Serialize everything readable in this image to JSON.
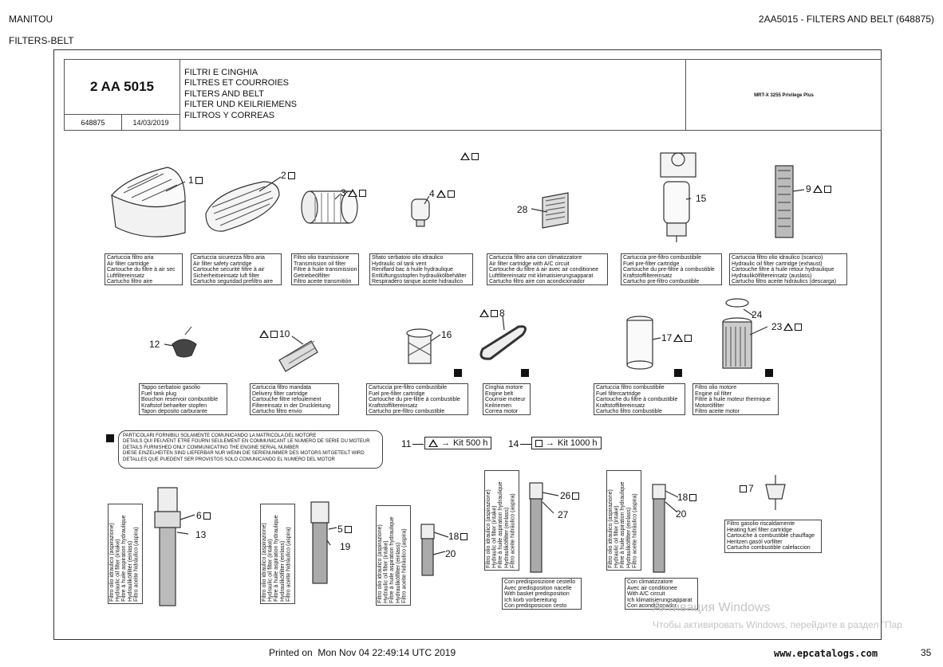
{
  "header": {
    "brand": "MANITOU",
    "group_ref": "2AA5015 - FILTERS AND BELT (648875)",
    "section": "FILTERS-BELT"
  },
  "title_block": {
    "code": "2 AA 5015",
    "ref": "648875",
    "date": "14/03/2019",
    "titles": [
      "FILTRI E CINGHIA",
      "FILTRES ET COURROIES",
      "FILTERS AND BELT",
      "FILTER UND KEILRIEMENS",
      "FILTROS Y CORREAS"
    ],
    "model": "MRT-X 3255 Privilege Plus"
  },
  "callouts": {
    "c1": "1",
    "c2": "2",
    "c3": "3",
    "c4": "4",
    "c28": "28",
    "c15": "15",
    "c9": "9",
    "c12": "12",
    "c10": "10",
    "c16": "16",
    "c8": "8",
    "c17": "17",
    "c24": "24",
    "c23": "23",
    "c6": "6",
    "c13": "13",
    "c5": "5",
    "c19": "19",
    "c18a": "18",
    "c20a": "20",
    "c26": "26",
    "c27": "27",
    "c18b": "18",
    "c20b": "20",
    "c7": "7",
    "c11": "11",
    "c14": "14"
  },
  "descriptions": {
    "d1": [
      "Cartuccia filtro aria",
      "Air filter cartridge",
      "Cartouche du filtre à air sec",
      "Luftfiltereinsatz",
      "Cartucho filtro aire"
    ],
    "d2": [
      "Cartuccia sicurezza filtro aria",
      "Air filter safety cartridge",
      "Cartouche securité filtre à air",
      "Sicherheitseinsatz luft filter",
      "Cartucho seguridad prefiltro aire"
    ],
    "d3": [
      "Filtro olio trasmissione",
      "Transmission oil filter",
      "Filtre à huile transmission",
      "Getriebeölfilter",
      "Filtro aceite transmitión"
    ],
    "d4": [
      "Sfiato serbatoio olio idraulico",
      "Hydraulic oil tank vent",
      "Reniflard bac à huile hydraulique",
      "Entlüftungsstopfen hydraulikölbehälter",
      "Respiradero tanque aceite hidraulico"
    ],
    "d28": [
      "Cartuccia filtro aria con climatizzatore",
      "Air filter cartridge with A/C circuit",
      "Cartouche du filtre à air avec air conditionee",
      "Luftfiltereinsatz mit klimatisierungsapparat",
      "Cartucho filtro aire con acondicionador"
    ],
    "d15": [
      "Cartuccia pre-filtro combustibile",
      "Fuel pre-filter cartridge",
      "Cartouche du pre-filtre à combustible",
      "Kraftstoffiltereinsatz",
      "Cartucho pre-filtro combustible"
    ],
    "d9": [
      "Cartuccia filtro olio idraulico (scarico)",
      "Hydraulic oil filter cartridge (exhaust)",
      "Cartouche filtre à huile retour hydraulique",
      "Hydraulikölfiltereinsatz (auslass)",
      "Cartucho filtro aceite hidráulics (descarga)"
    ],
    "d12": [
      "Tappo serbatoio gasolio",
      "Fuel tank plug",
      "Bouchon reservoir combustible",
      "Kraftstof behaelter stopfen",
      "Tapon deposito carburante"
    ],
    "d10": [
      "Cartuccia filtro mandata",
      "Delivery filter cartridge",
      "Cartouche filtre refoulement",
      "Filtereinsatz in der Druckleitung",
      "Cartucho filtro envio"
    ],
    "d16": [
      "Cartuccia pre-filtro combustibile",
      "Fuel pre-filter cartridge",
      "Cartouche du pre-filtre à combustible",
      "Kraftstoffiltereinsatz",
      "Cartucho pre-filtro combustible"
    ],
    "d8": [
      "Cinghia motore",
      "Engine belt",
      "Courroie moteur",
      "Keilriemen",
      "Correa motor"
    ],
    "d17": [
      "Cartuccia filtro combustibile",
      "Fuel filtercartridge",
      "Cartouche du filtre à combustible",
      "Kraftstoffiltereinsatz",
      "Cartucho filtro combustible"
    ],
    "d23": [
      "Filtro olio motore",
      "Engine oil filter",
      "Filtre à huile moteur thermique",
      "Motorölfilter",
      "Filtro aceite motor"
    ],
    "dv": [
      "Filtro olio idraulico (aspirazione)",
      "Hydraulic oil filter (intake)",
      "Filtre à huile aspiration hydraulique",
      "Hydraulikölfilter (einlass)",
      "Filtro aceite hidráulico (aspira)"
    ],
    "d26": [
      "Con predisposizione cestello",
      "Avec predisposition nacelle",
      "With basket predisposition",
      "Ich korb vorbereitung",
      "Con predisposicion cesto"
    ],
    "d18b": [
      "Con climatizzatore",
      "Avec air conditionee",
      "With A/C circuit",
      "Ich klimatisierungsapparat",
      "Con acondicionador"
    ],
    "d7": [
      "Filtro gasolio riscaldamente",
      "Heating fuel filter cartridge",
      "Cartouche à combustible chauffage",
      "Heritzen gasöl vorfilter",
      "Cartucho combustible calefaccion"
    ]
  },
  "serial_note": [
    "PARTICOLARI FORNIBILI SOLAMENTE COMUNICANDO LA MATRICOLA DEL MOTORE",
    "DETAILS QUI PEUVENT ETRE FOURNI SEULEMENT EN COMMUNICANT LE NUMERO DE SERIE DU MOTEUR",
    "DETAILS FURNISHED ONLY COMMUNICATING THE ENGINE SERIAL NUMBER",
    "DIESE EINZELHEITEN SIND LIEFERBAR NUR WENN DIE SERIENUMMER DES MOTORS MITGETEILT WIRD",
    "DETALLES QUE PUEDENT SER PROVISTOS SOLO COMUNICANDO EL NUMERO DEL MOTOR"
  ],
  "kits": {
    "k11": "Kit 500 h",
    "k14": "Kit 1000 h"
  },
  "footer": {
    "printed_label": "Printed on",
    "printed_date": "Mon Nov 04 22:49:14 UTC 2019",
    "site": "www.epcatalogs.com",
    "page": "35"
  },
  "watermark": {
    "line1": "Активация Windows",
    "line2": "Чтобы активировать Windows, перейдите в раздел \"Пар"
  }
}
